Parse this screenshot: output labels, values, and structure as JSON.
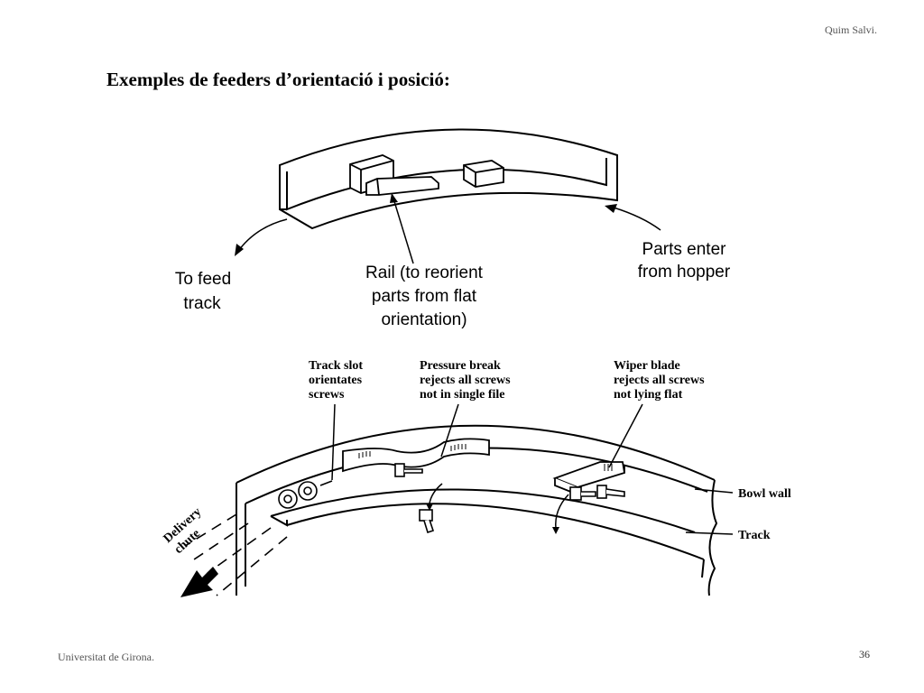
{
  "header": {
    "author": "Quim Salvi."
  },
  "slide": {
    "title": "Exemples de feeders d’orientació i posició:"
  },
  "figure1": {
    "labels": {
      "feed_line1": "To feed",
      "feed_line2": "track",
      "rail_line1": "Rail (to reorient",
      "rail_line2": "parts from flat",
      "rail_line3": "orientation)",
      "enter_line1": "Parts enter",
      "enter_line2": "from hopper"
    }
  },
  "figure2": {
    "labels": {
      "slot_line1": "Track slot",
      "slot_line2": "orientates",
      "slot_line3": "screws",
      "pressure_line1": "Pressure break",
      "pressure_line2": "rejects all screws",
      "pressure_line3": "not in single file",
      "wiper_line1": "Wiper blade",
      "wiper_line2": "rejects all screws",
      "wiper_line3": "not lying flat",
      "bowl_wall": "Bowl wall",
      "track": "Track",
      "chute_line1": "Delivery",
      "chute_line2": "chute"
    }
  },
  "footer": {
    "institution": "Universitat de Girona.",
    "page_number": "36"
  }
}
